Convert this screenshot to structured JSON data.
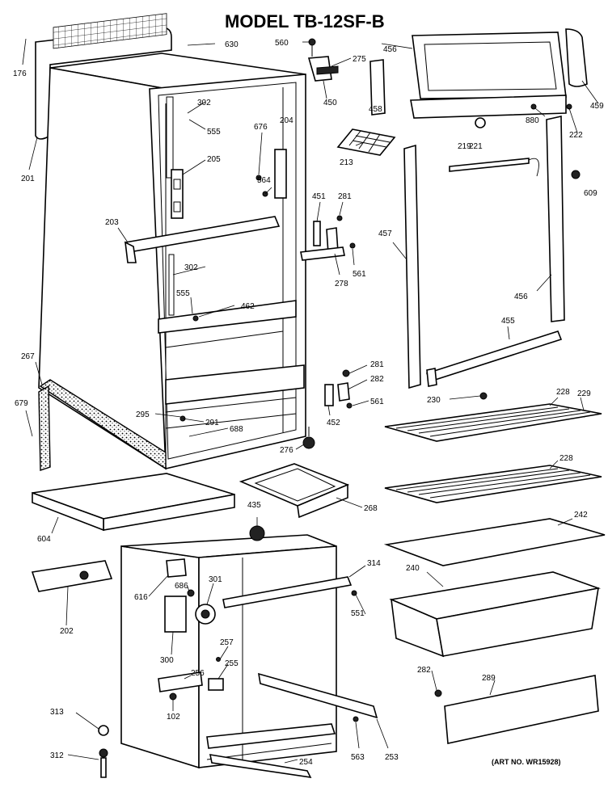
{
  "title": "MODEL TB-12SF-B",
  "art_number": "(ART NO. WR15928)",
  "callouts": [
    {
      "id": "c630",
      "label": "630"
    },
    {
      "id": "c176",
      "label": "176"
    },
    {
      "id": "c201",
      "label": "201"
    },
    {
      "id": "c560",
      "label": "560"
    },
    {
      "id": "c275",
      "label": "275"
    },
    {
      "id": "c450",
      "label": "450"
    },
    {
      "id": "c458",
      "label": "458"
    },
    {
      "id": "c456a",
      "label": "456"
    },
    {
      "id": "c459",
      "label": "459"
    },
    {
      "id": "c880",
      "label": "880"
    },
    {
      "id": "c222",
      "label": "222"
    },
    {
      "id": "c221",
      "label": "221"
    },
    {
      "id": "c219",
      "label": "219"
    },
    {
      "id": "c609",
      "label": "609"
    },
    {
      "id": "c302a",
      "label": "302"
    },
    {
      "id": "c555a",
      "label": "555"
    },
    {
      "id": "c676",
      "label": "676"
    },
    {
      "id": "c204",
      "label": "204"
    },
    {
      "id": "c205",
      "label": "205"
    },
    {
      "id": "c213",
      "label": "213"
    },
    {
      "id": "c564",
      "label": "564"
    },
    {
      "id": "c203",
      "label": "203"
    },
    {
      "id": "c451",
      "label": "451"
    },
    {
      "id": "c281a",
      "label": "281"
    },
    {
      "id": "c457",
      "label": "457"
    },
    {
      "id": "c561a",
      "label": "561"
    },
    {
      "id": "c278",
      "label": "278"
    },
    {
      "id": "c302b",
      "label": "302"
    },
    {
      "id": "c456b",
      "label": "456"
    },
    {
      "id": "c555b",
      "label": "555"
    },
    {
      "id": "c462",
      "label": "462"
    },
    {
      "id": "c455",
      "label": "455"
    },
    {
      "id": "c267",
      "label": "267"
    },
    {
      "id": "c281b",
      "label": "281"
    },
    {
      "id": "c282a",
      "label": "282"
    },
    {
      "id": "c561b",
      "label": "561"
    },
    {
      "id": "c230",
      "label": "230"
    },
    {
      "id": "c228a",
      "label": "228"
    },
    {
      "id": "c229",
      "label": "229"
    },
    {
      "id": "c679",
      "label": "679"
    },
    {
      "id": "c295",
      "label": "295"
    },
    {
      "id": "c291",
      "label": "291"
    },
    {
      "id": "c688",
      "label": "688"
    },
    {
      "id": "c452",
      "label": "452"
    },
    {
      "id": "c276",
      "label": "276"
    },
    {
      "id": "c228b",
      "label": "228"
    },
    {
      "id": "c604",
      "label": "604"
    },
    {
      "id": "c268",
      "label": "268"
    },
    {
      "id": "c435",
      "label": "435"
    },
    {
      "id": "c242",
      "label": "242"
    },
    {
      "id": "c314",
      "label": "314"
    },
    {
      "id": "c616",
      "label": "616"
    },
    {
      "id": "c686",
      "label": "686"
    },
    {
      "id": "c301",
      "label": "301"
    },
    {
      "id": "c240",
      "label": "240"
    },
    {
      "id": "c551",
      "label": "551"
    },
    {
      "id": "c202",
      "label": "202"
    },
    {
      "id": "c300",
      "label": "300"
    },
    {
      "id": "c257",
      "label": "257"
    },
    {
      "id": "c256",
      "label": "256"
    },
    {
      "id": "c255",
      "label": "255"
    },
    {
      "id": "c282b",
      "label": "282"
    },
    {
      "id": "c289",
      "label": "289"
    },
    {
      "id": "c102",
      "label": "102"
    },
    {
      "id": "c313",
      "label": "313"
    },
    {
      "id": "c312",
      "label": "312"
    },
    {
      "id": "c254",
      "label": "254"
    },
    {
      "id": "c563",
      "label": "563"
    },
    {
      "id": "c253",
      "label": "253"
    }
  ]
}
